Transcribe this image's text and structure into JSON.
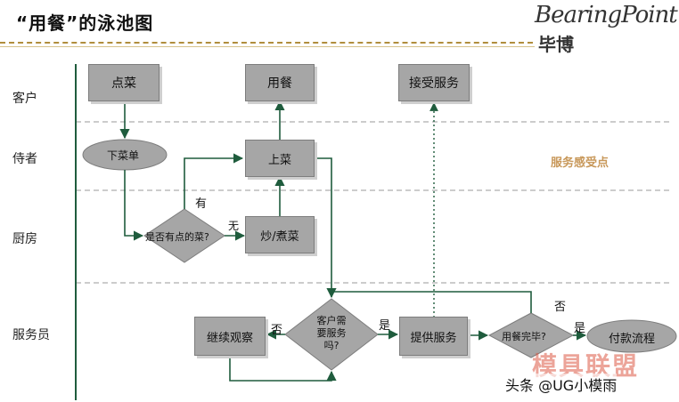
{
  "title": "“用餐”的泳池图",
  "brand": {
    "name": "BearingPoint",
    "cn": "毕博"
  },
  "lanes": [
    "客户",
    "侍者",
    "厨房",
    "服务员"
  ],
  "nodes": {
    "order": "点菜",
    "dine": "用餐",
    "accept": "接受服务",
    "menu_sheet": "下菜单",
    "serve_dish": "上菜",
    "check_ordered": "是否有点的菜?",
    "cook": "炒/煮菜",
    "keep_watch": "继续观察",
    "need_service": [
      "客户需",
      "要服务",
      "吗?"
    ],
    "provide": "提供服务",
    "meal_done": "用餐完毕?",
    "payment": "付款流程"
  },
  "edge_labels": {
    "yes_has": "有",
    "no_none": "无",
    "no1": "否",
    "yes1": "是",
    "no2": "否",
    "yes2": "是"
  },
  "service_point": "服务感受点",
  "watermark": {
    "line1": "模具联盟",
    "line2": "头条 @UG小模雨"
  },
  "colors": {
    "arrow": "#1f5c3d",
    "box": "#a6a6a6",
    "accent": "#c8985a"
  }
}
